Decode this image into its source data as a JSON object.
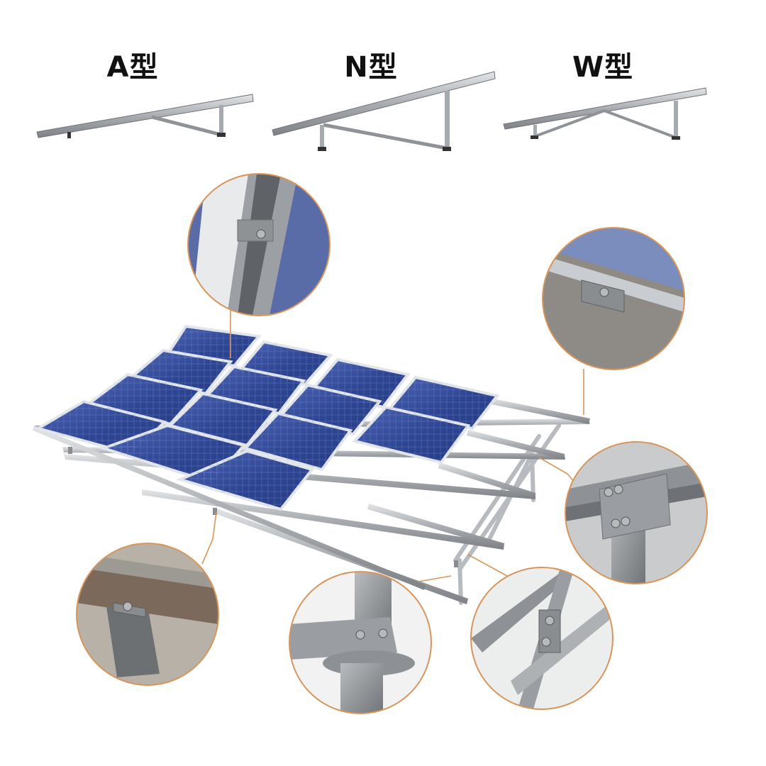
{
  "bracket_types": [
    {
      "label": "A型"
    },
    {
      "label": "N型"
    },
    {
      "label": "W型"
    }
  ],
  "colors": {
    "rail": "#a8acb0",
    "rail_dark": "#7b8085",
    "rail_light": "#d6d9dc",
    "panel": "#2f4a9a",
    "panel_light": "#5e79c4",
    "panel_frame": "#e3e6ea",
    "callout": "#d7955a",
    "detail_bg": "#8e8b86",
    "clamp": "#8a8d8f"
  },
  "icons": [
    "a-type-bracket-icon",
    "n-type-bracket-icon",
    "w-type-bracket-icon",
    "solar-array-icon",
    "clamp-detail-icon",
    "joint-detail-icon",
    "post-detail-icon"
  ]
}
